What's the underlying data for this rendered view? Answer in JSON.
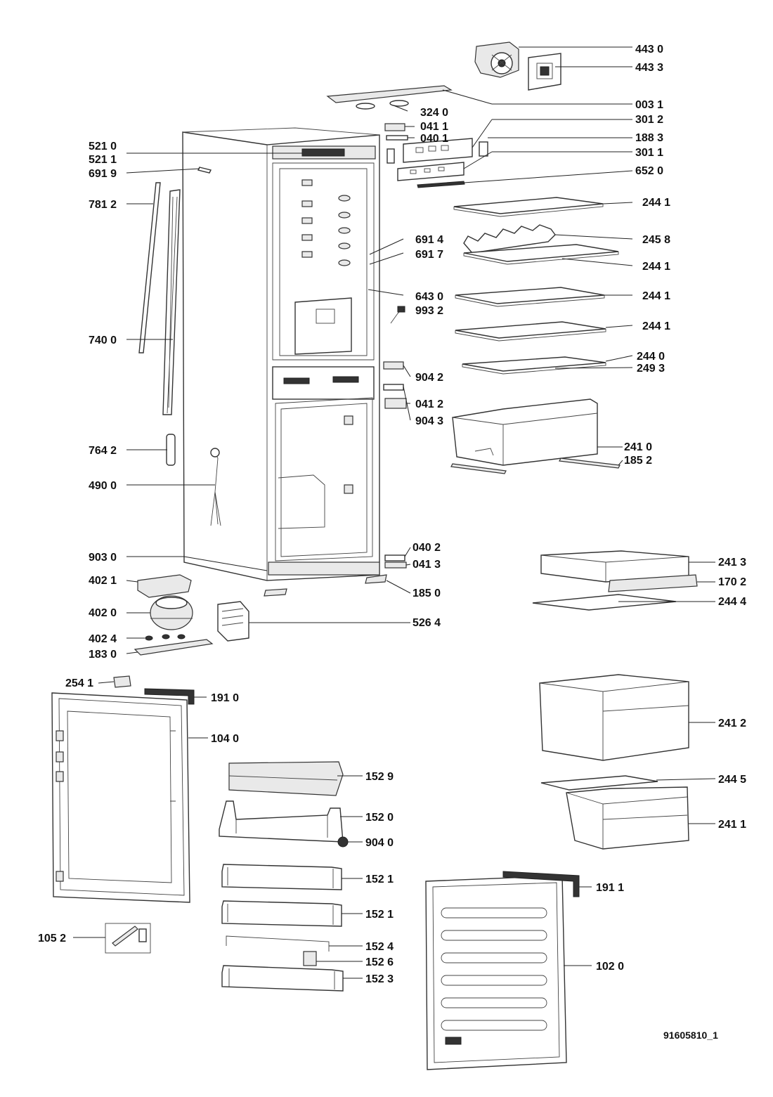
{
  "diagram_id": "91605810_1",
  "callouts": [
    {
      "text": "443 0"
    },
    {
      "text": "443 3"
    },
    {
      "text": "003 1"
    },
    {
      "text": "324 0"
    },
    {
      "text": "041 1"
    },
    {
      "text": "040 1"
    },
    {
      "text": "301 2"
    },
    {
      "text": "188 3"
    },
    {
      "text": "301 1"
    },
    {
      "text": "652 0"
    },
    {
      "text": "244 1"
    },
    {
      "text": "245 8"
    },
    {
      "text": "244 1"
    },
    {
      "text": "244 1"
    },
    {
      "text": "244 1"
    },
    {
      "text": "691 4"
    },
    {
      "text": "691 7"
    },
    {
      "text": "643 0"
    },
    {
      "text": "993 2"
    },
    {
      "text": "244 0"
    },
    {
      "text": "249 3"
    },
    {
      "text": "904 2"
    },
    {
      "text": "041 2"
    },
    {
      "text": "904 3"
    },
    {
      "text": "241 0"
    },
    {
      "text": "185 2"
    },
    {
      "text": "521 0"
    },
    {
      "text": "521 1"
    },
    {
      "text": "691 9"
    },
    {
      "text": "781 2"
    },
    {
      "text": "740 0"
    },
    {
      "text": "764 2"
    },
    {
      "text": "490 0"
    },
    {
      "text": "903 0"
    },
    {
      "text": "040 2"
    },
    {
      "text": "041 3"
    },
    {
      "text": "185 0"
    },
    {
      "text": "241 3"
    },
    {
      "text": "170 2"
    },
    {
      "text": "244 4"
    },
    {
      "text": "402 1"
    },
    {
      "text": "402 0"
    },
    {
      "text": "526 4"
    },
    {
      "text": "402 4"
    },
    {
      "text": "183 0"
    },
    {
      "text": "254 1"
    },
    {
      "text": "191 0"
    },
    {
      "text": "104 0"
    },
    {
      "text": "241 2"
    },
    {
      "text": "152 9"
    },
    {
      "text": "244 5"
    },
    {
      "text": "152 0"
    },
    {
      "text": "241 1"
    },
    {
      "text": "904 0"
    },
    {
      "text": "152 1"
    },
    {
      "text": "191 1"
    },
    {
      "text": "152 1"
    },
    {
      "text": "105 2"
    },
    {
      "text": "152 4"
    },
    {
      "text": "152 6"
    },
    {
      "text": "102 0"
    },
    {
      "text": "152 3"
    }
  ]
}
